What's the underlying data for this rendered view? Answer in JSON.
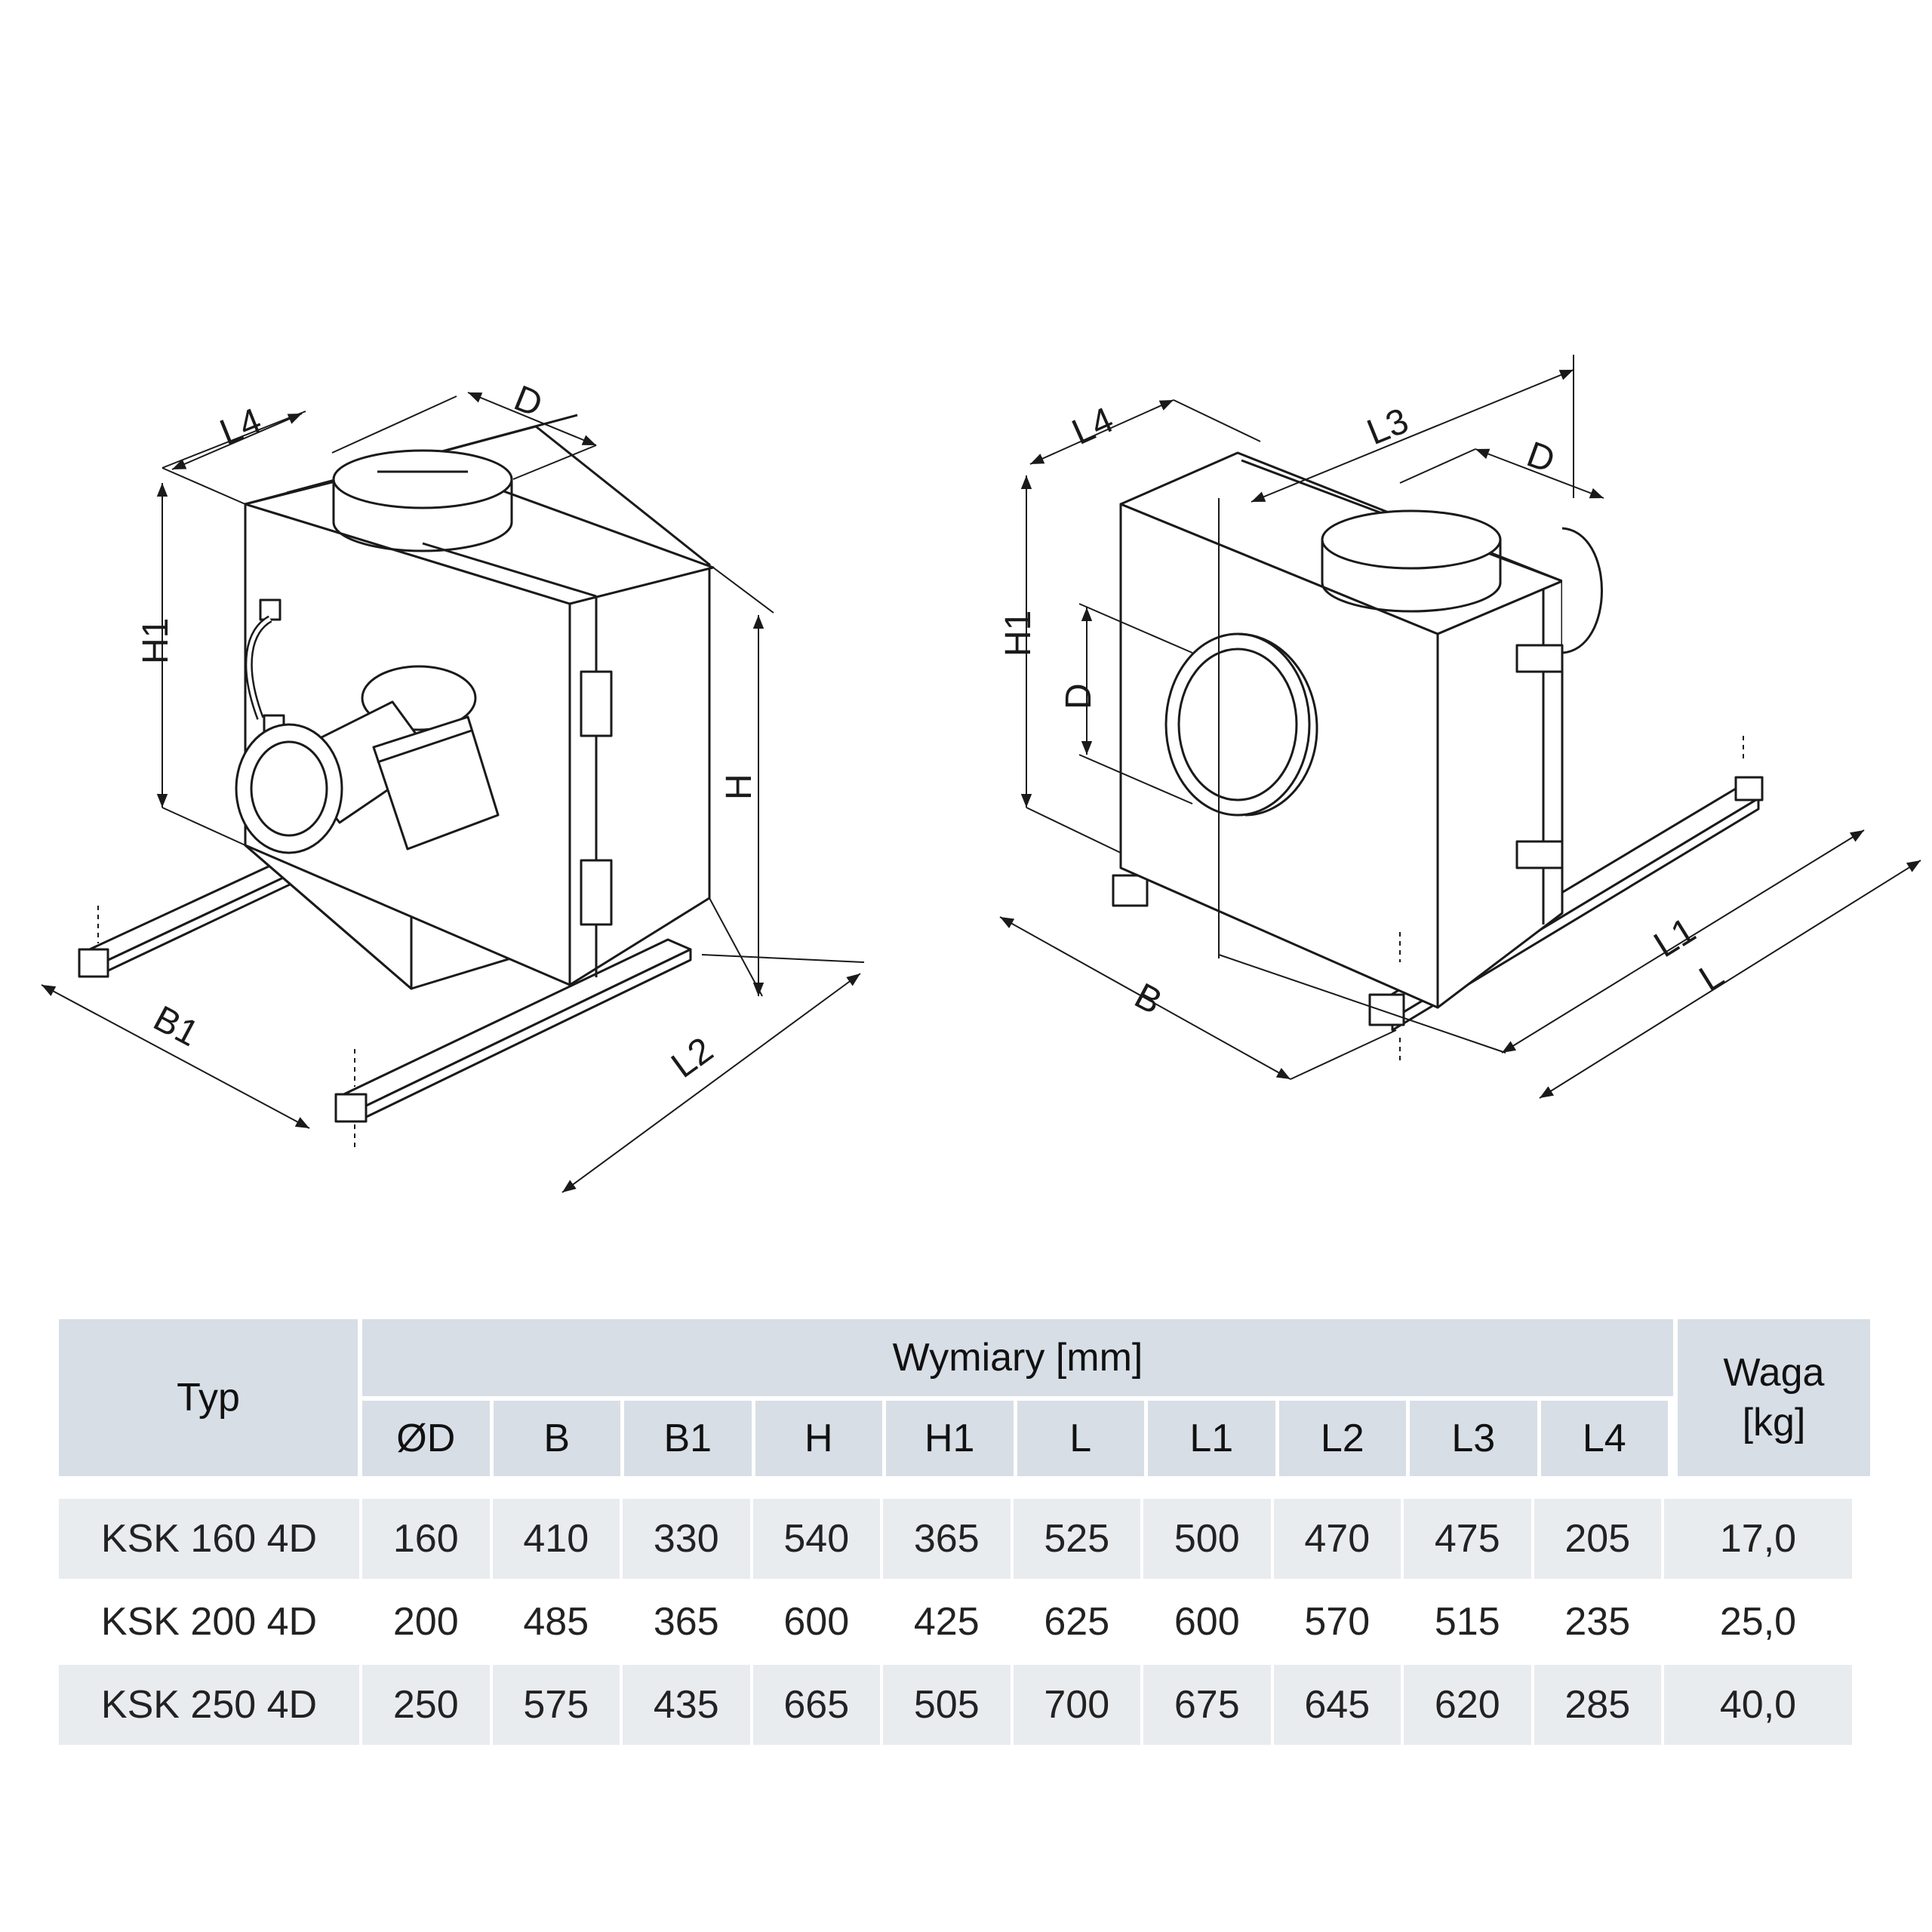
{
  "left_view": {
    "dimension_labels": [
      "L4",
      "D",
      "H1",
      "H",
      "B1",
      "L2"
    ]
  },
  "right_view": {
    "dimension_labels": [
      "L4",
      "L3",
      "D",
      "H1",
      "D",
      "B",
      "L1",
      "L"
    ]
  },
  "table": {
    "type_header": "Typ",
    "dimensions_header": "Wymiary [mm]",
    "weight_header": "Waga\n[kg]",
    "weight_header_line1": "Waga",
    "weight_header_line2": "[kg]",
    "columns": [
      "ØD",
      "B",
      "B1",
      "H",
      "H1",
      "L",
      "L1",
      "L2",
      "L3",
      "L4"
    ],
    "rows": [
      {
        "type": "KSK 160 4D",
        "values": [
          "160",
          "410",
          "330",
          "540",
          "365",
          "525",
          "500",
          "470",
          "475",
          "205"
        ],
        "weight": "17,0"
      },
      {
        "type": "KSK 200 4D",
        "values": [
          "200",
          "485",
          "365",
          "600",
          "425",
          "625",
          "600",
          "570",
          "515",
          "235"
        ],
        "weight": "25,0"
      },
      {
        "type": "KSK 250 4D",
        "values": [
          "250",
          "575",
          "435",
          "665",
          "505",
          "700",
          "675",
          "645",
          "620",
          "285"
        ],
        "weight": "40,0"
      }
    ]
  },
  "colors": {
    "header_fill": "#d8dee6",
    "row_shade": "#e9ecef",
    "line": "#1a1a1a"
  }
}
